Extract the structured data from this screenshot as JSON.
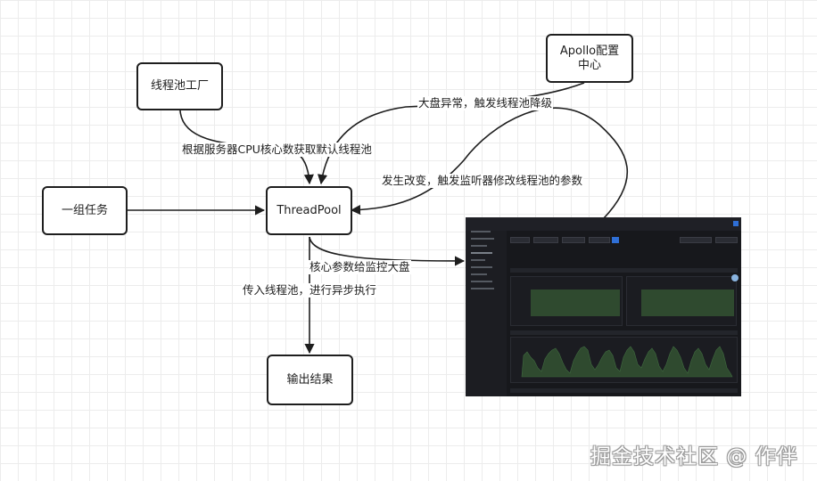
{
  "nodes": {
    "thread_factory": "线程池工厂",
    "apollo": "Apollo配置\n中心",
    "task_group": "一组任务",
    "thread_pool": "ThreadPool",
    "output": "输出结果"
  },
  "edges": {
    "factory_to_pool": "根据服务器CPU核心数获取默认线程池",
    "apollo_degrade": "大盘异常，触发线程池降级",
    "apollo_change": "发生改变，触发监听器修改线程池的参数",
    "core_params": "核心参数给监控大盘",
    "pass_to_pool": "传入线程池，进行异步执行"
  },
  "watermark": "掘金技术社区 @ 作伴",
  "colors": {
    "stroke": "#1e1e1e",
    "grid": "#ececec",
    "dashboard_bg": "#17181c",
    "chart_fill": "#2f4a2f",
    "accent_blue": "#2f6fd6"
  }
}
